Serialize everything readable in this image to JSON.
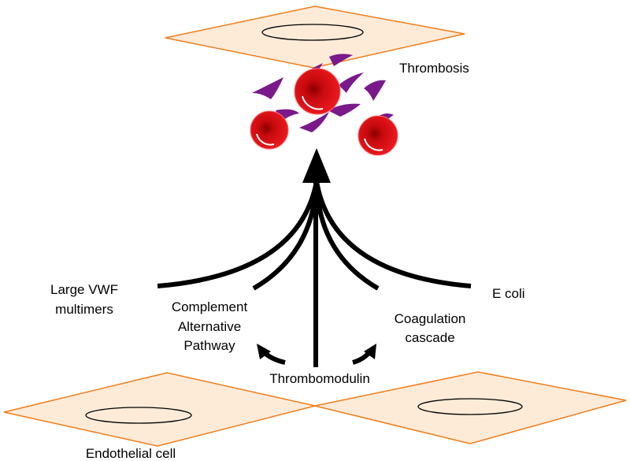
{
  "labels": {
    "thrombosis": "Thrombosis",
    "large_vwf_line1": "Large VWF",
    "large_vwf_line2": "multimers",
    "complement_line1": "Complement",
    "complement_line2": "Alternative",
    "complement_line3": "Pathway",
    "coagulation_line1": "Coagulation",
    "coagulation_line2": "cascade",
    "ecoli": "E coli",
    "thrombomodulin": "Thrombomodulin",
    "endothelial_cell": "Endothelial cell"
  },
  "colors": {
    "cell_fill": "#fdebd8",
    "cell_stroke": "#f07d1a",
    "rbc": "#e8141a",
    "platelet": "#7a1a8a",
    "arrow": "#000000"
  },
  "icons": {
    "red_blood_cell": "rbc-icon",
    "platelet": "platelet-icon"
  }
}
